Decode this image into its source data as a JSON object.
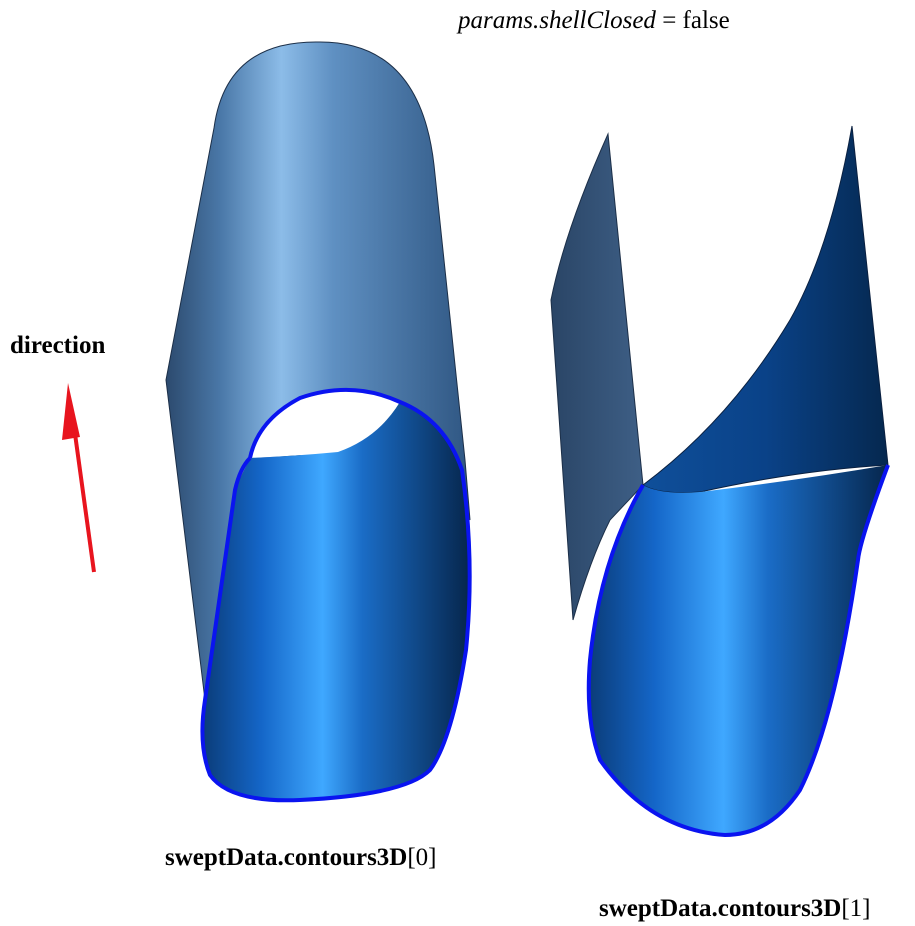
{
  "header": {
    "param_name": "params.shellClosed",
    "equals": " = ",
    "param_value": "false"
  },
  "direction_label": "direction",
  "contour_labels": [
    {
      "prefix": "sweptData.contours3D",
      "index": "[0]"
    },
    {
      "prefix": "sweptData.contours3D",
      "index": "[1]"
    }
  ],
  "colors": {
    "background": "#ffffff",
    "contour": "#0a14f0",
    "direction_arrow": "#e8141e",
    "surface_light": "#6a9ed0",
    "surface_dark": "#0a3a70",
    "surface_front": "#1466c8"
  }
}
